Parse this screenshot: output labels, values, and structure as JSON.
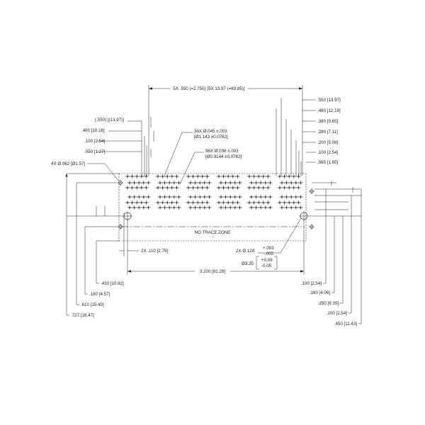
{
  "drawing": {
    "top_pitch": "5X .550 (=2.750) [5X 13.97 (=69.85)]",
    "right_dims": [
      ".550 [13.97]",
      ".480 [12.19]",
      ".380 [9.65]",
      ".280 [7.11]",
      ".200 [5.08]",
      ".100 [2.54]",
      ".065 [1.65]"
    ],
    "left_dims": [
      "(.550) [(13.97)]",
      ".400 [10.16]",
      ".100 [2.54]",
      ".050 [1.27]"
    ],
    "mount_holes": "4X Ø.062 [Ø1.57]",
    "callout_36": [
      "36X Ø.045 ±.003",
      "[Ø1.143 ±0.0762]"
    ],
    "callout_96": [
      "96X Ø.036 ±.003",
      "[Ø0.9144 ±0.0762]"
    ],
    "no_trace_zone": "NO TRACE ZONE",
    "dim_110": "2X  .110 [2.79]",
    "dim_3200": "3.200 [81.28]",
    "hole_128": {
      "main": "2X Ø.128",
      "tol_plus": "+.003",
      "tol_minus": "-.002",
      "metric": "Ø3.25",
      "metric_plus": "+0.08",
      "metric_minus": "-0.05"
    },
    "bottom_left_dims": [
      ".430 [10.92]",
      ".180 [4.57]",
      ".610 [15.49]",
      ".727 [18.47]"
    ],
    "bottom_right_dims": [
      ".100 [2.54]",
      ".160 [4.06]",
      ".250 [6.35]",
      ".100 [2.54]",
      ".450 [11.43]"
    ]
  }
}
